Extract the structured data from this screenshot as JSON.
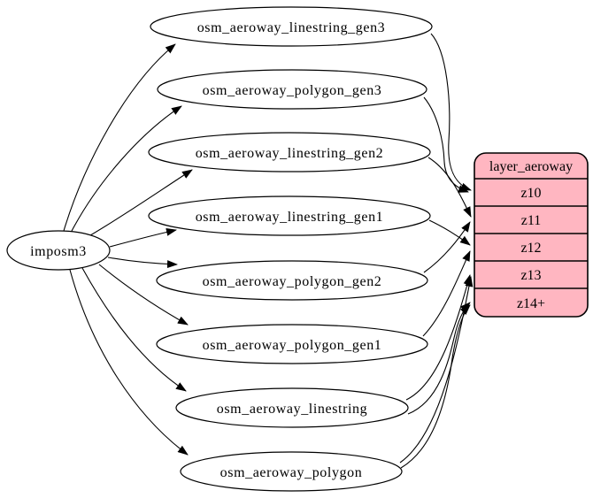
{
  "diagram": {
    "source": {
      "label": "imposm3"
    },
    "tables": [
      {
        "label": "osm_aeroway_linestring_gen3"
      },
      {
        "label": "osm_aeroway_polygon_gen3"
      },
      {
        "label": "osm_aeroway_linestring_gen2"
      },
      {
        "label": "osm_aeroway_linestring_gen1"
      },
      {
        "label": "osm_aeroway_polygon_gen2"
      },
      {
        "label": "osm_aeroway_polygon_gen1"
      },
      {
        "label": "osm_aeroway_linestring"
      },
      {
        "label": "osm_aeroway_polygon"
      }
    ],
    "layer": {
      "title": "layer_aeroway",
      "zoom_rows": [
        "z10",
        "z11",
        "z12",
        "z13",
        "z14+"
      ]
    },
    "edges": {
      "from_source_to": [
        "osm_aeroway_linestring_gen3",
        "osm_aeroway_polygon_gen3",
        "osm_aeroway_linestring_gen2",
        "osm_aeroway_linestring_gen1",
        "osm_aeroway_polygon_gen2",
        "osm_aeroway_polygon_gen1",
        "osm_aeroway_linestring",
        "osm_aeroway_polygon"
      ],
      "to_layer": [
        {
          "from": "osm_aeroway_linestring_gen3",
          "to": "z10"
        },
        {
          "from": "osm_aeroway_polygon_gen3",
          "to": "z10"
        },
        {
          "from": "osm_aeroway_linestring_gen2",
          "to": "z11"
        },
        {
          "from": "osm_aeroway_polygon_gen2",
          "to": "z11"
        },
        {
          "from": "osm_aeroway_linestring_gen1",
          "to": "z12"
        },
        {
          "from": "osm_aeroway_polygon_gen1",
          "to": "z12"
        },
        {
          "from": "osm_aeroway_linestring",
          "to": "z13"
        },
        {
          "from": "osm_aeroway_polygon",
          "to": "z13"
        },
        {
          "from": "osm_aeroway_linestring",
          "to": "z14+"
        },
        {
          "from": "osm_aeroway_polygon",
          "to": "z14+"
        }
      ]
    },
    "colors": {
      "layer_fill": "#ffb6c1",
      "table_fill": "#ffffff",
      "stroke": "#000000"
    }
  }
}
